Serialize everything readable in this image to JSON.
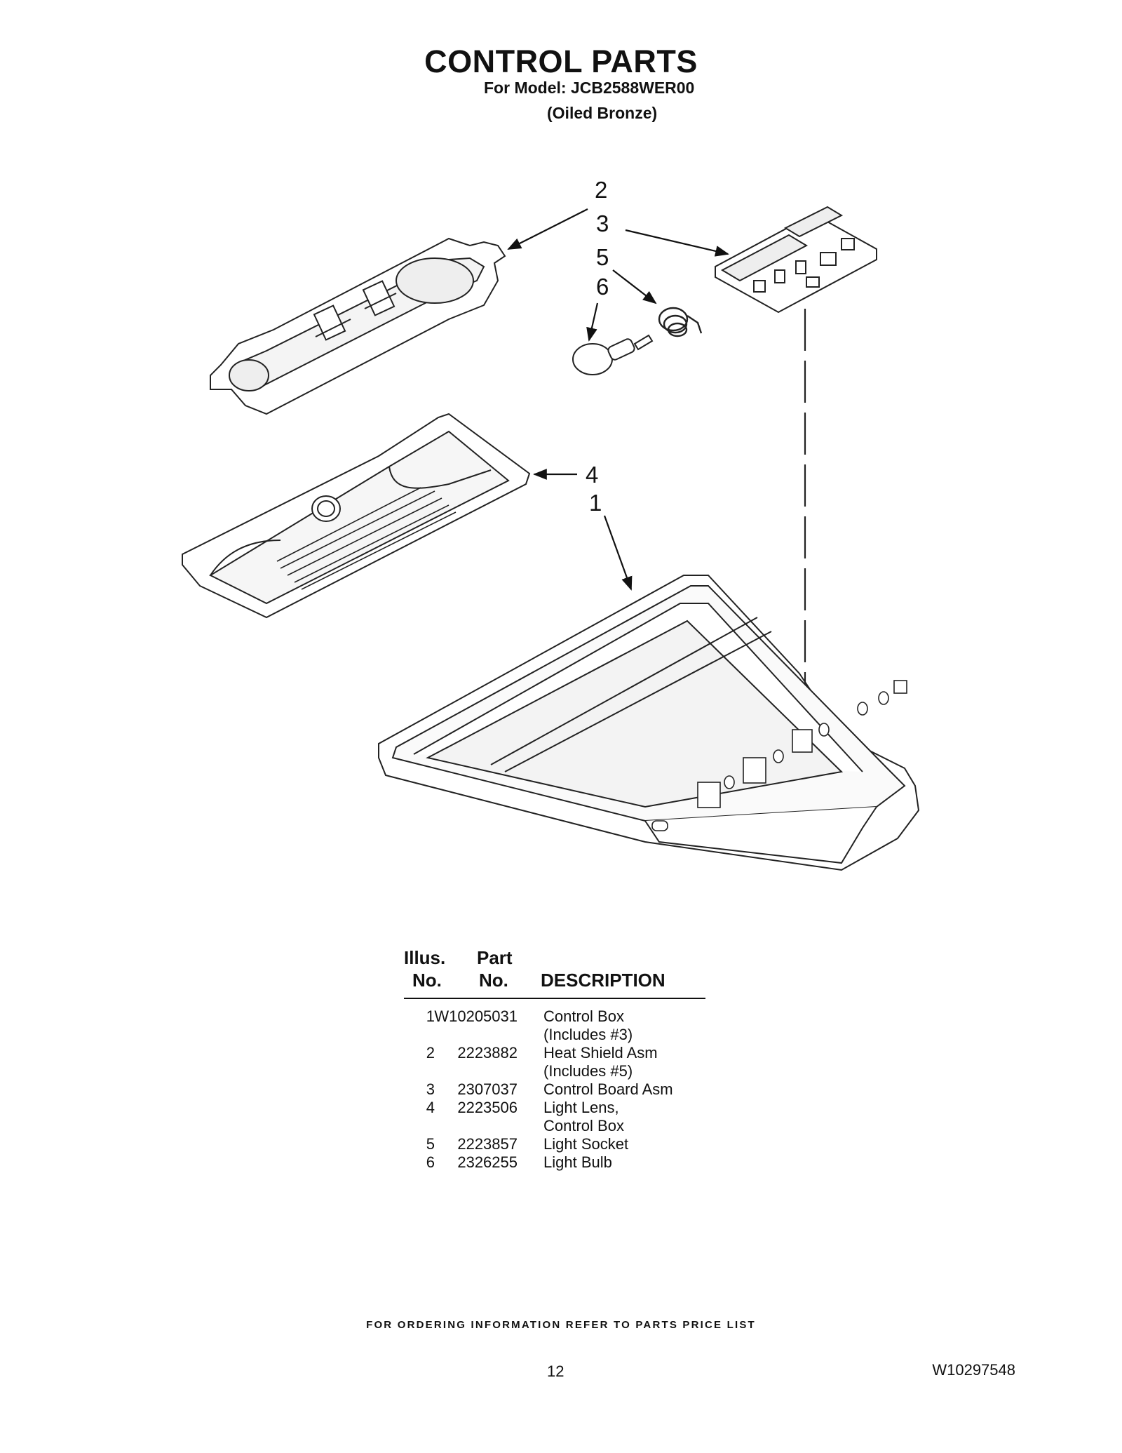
{
  "header": {
    "title": "CONTROL PARTS",
    "model_line": "For Model: JCB2588WER00",
    "finish_line": "(Oiled Bronze)"
  },
  "callouts": [
    "2",
    "3",
    "5",
    "6",
    "4",
    "1"
  ],
  "parts_table": {
    "headers": {
      "illus_top": "Illus.",
      "illus_bottom": "No.",
      "part_top": "Part",
      "part_bottom": "No.",
      "description": "DESCRIPTION"
    },
    "rows": [
      {
        "no": "1",
        "part": "W10205031",
        "desc": "Control Box"
      },
      {
        "no": "",
        "part": "",
        "desc": "(Includes #3)"
      },
      {
        "no": "2",
        "part": "2223882",
        "desc": "Heat Shield Asm"
      },
      {
        "no": "",
        "part": "",
        "desc": "(Includes #5)"
      },
      {
        "no": "3",
        "part": "2307037",
        "desc": "Control Board Asm"
      },
      {
        "no": "4",
        "part": "2223506",
        "desc": "Light Lens,"
      },
      {
        "no": "",
        "part": "",
        "desc": "Control Box"
      },
      {
        "no": "5",
        "part": "2223857",
        "desc": "Light Socket"
      },
      {
        "no": "6",
        "part": "2326255",
        "desc": "Light Bulb"
      }
    ]
  },
  "footer": {
    "ordering_note": "FOR ORDERING INFORMATION REFER TO PARTS PRICE LIST",
    "page_number": "12",
    "document_number": "W10297548"
  }
}
